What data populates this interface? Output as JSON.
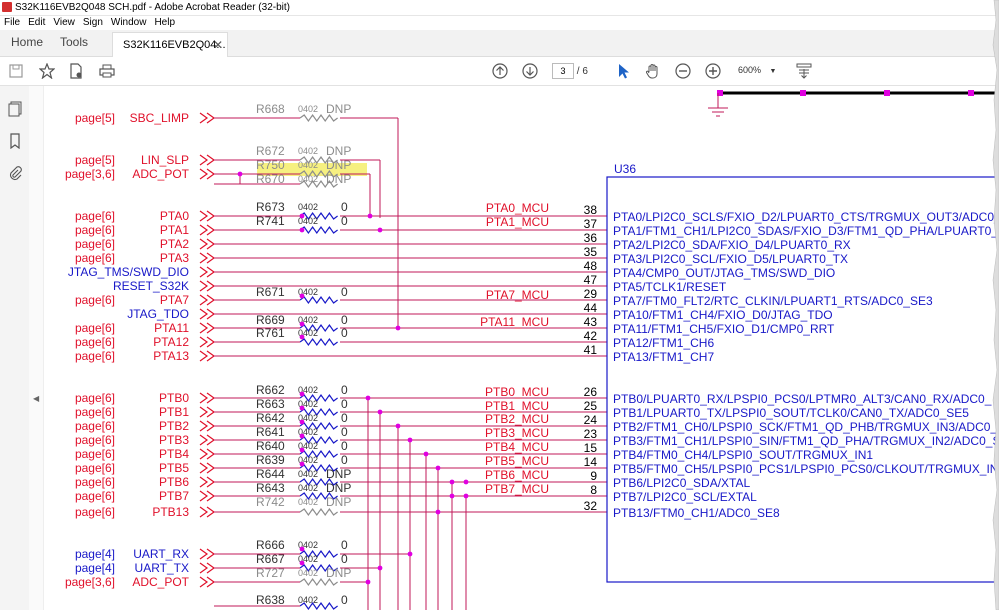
{
  "window": {
    "title": "S32K116EVB2Q048 SCH.pdf - Adobe Acrobat Reader (32-bit)"
  },
  "menu": [
    "File",
    "Edit",
    "View",
    "Sign",
    "Window",
    "Help"
  ],
  "tabs": {
    "home": "Home",
    "tools": "Tools",
    "doc": "S32K116EVB2Q04..."
  },
  "toolbar": {
    "page_current": "3",
    "page_sep": "/",
    "page_total": "6",
    "zoom": "600%"
  },
  "schematic": {
    "ic_name": "U36",
    "left_rows": [
      {
        "page": "page[5]",
        "sig": "SBC_LIMP",
        "ref": "R668",
        "pkg": "0402",
        "val": "DNP",
        "dnp": true
      },
      {
        "page": "page[5]",
        "sig": "LIN_SLP",
        "ref": "R672",
        "pkg": "0402",
        "val": "DNP",
        "dnp": true
      },
      {
        "page": "page[3,6]",
        "sig": "ADC_POT",
        "ref": "R750",
        "pkg": "0402",
        "val": "DNP",
        "dnp": true,
        "highlight": true
      },
      {
        "page": "",
        "sig": "",
        "ref": "R670",
        "pkg": "0402",
        "val": "DNP",
        "dnp": true
      },
      {
        "page": "page[6]",
        "sig": "PTA0",
        "ref": "R673",
        "pkg": "0402",
        "val": "0"
      },
      {
        "page": "page[6]",
        "sig": "PTA1",
        "ref": "R741",
        "pkg": "0402",
        "val": "0"
      },
      {
        "page": "page[6]",
        "sig": "PTA2"
      },
      {
        "page": "page[6]",
        "sig": "PTA3"
      },
      {
        "page": "",
        "sig": "JTAG_TMS/SWD_DIO",
        "blue": true
      },
      {
        "page": "",
        "sig": "RESET_S32K",
        "blue": true
      },
      {
        "page": "page[6]",
        "sig": "PTA7",
        "ref": "R671",
        "pkg": "0402",
        "val": "0"
      },
      {
        "page": "",
        "sig": "JTAG_TDO",
        "blue": true
      },
      {
        "page": "page[6]",
        "sig": "PTA11",
        "ref": "R669",
        "pkg": "0402",
        "val": "0"
      },
      {
        "page": "page[6]",
        "sig": "PTA12",
        "ref": "R761",
        "pkg": "0402",
        "val": "0"
      },
      {
        "page": "page[6]",
        "sig": "PTA13"
      },
      {
        "page": "page[6]",
        "sig": "PTB0",
        "ref": "R662",
        "pkg": "0402",
        "val": "0"
      },
      {
        "page": "page[6]",
        "sig": "PTB1",
        "ref": "R663",
        "pkg": "0402",
        "val": "0"
      },
      {
        "page": "page[6]",
        "sig": "PTB2",
        "ref": "R642",
        "pkg": "0402",
        "val": "0"
      },
      {
        "page": "page[6]",
        "sig": "PTB3",
        "ref": "R641",
        "pkg": "0402",
        "val": "0"
      },
      {
        "page": "page[6]",
        "sig": "PTB4",
        "ref": "R640",
        "pkg": "0402",
        "val": "0"
      },
      {
        "page": "page[6]",
        "sig": "PTB5",
        "ref": "R639",
        "pkg": "0402",
        "val": "0"
      },
      {
        "page": "page[6]",
        "sig": "PTB6",
        "ref": "R644",
        "pkg": "0402",
        "val": "DNP"
      },
      {
        "page": "page[6]",
        "sig": "PTB7",
        "ref": "R643",
        "pkg": "0402",
        "val": "DNP"
      },
      {
        "page": "page[6]",
        "sig": "PTB13",
        "ref": "R742",
        "pkg": "0402",
        "val": "DNP",
        "dnp": true
      },
      {
        "page": "page[4]",
        "sig": "UART_RX",
        "ref": "R666",
        "pkg": "0402",
        "val": "0",
        "blue": true
      },
      {
        "page": "page[4]",
        "sig": "UART_TX",
        "ref": "R667",
        "pkg": "0402",
        "val": "0",
        "blue": true
      },
      {
        "page": "page[3,6]",
        "sig": "ADC_POT",
        "ref": "R727",
        "pkg": "0402",
        "val": "DNP",
        "dnp": true
      },
      {
        "page": "",
        "sig": "",
        "ref": "R638",
        "pkg": "0402",
        "val": "0"
      }
    ],
    "net_labels": [
      "PTA0_MCU",
      "PTA1_MCU",
      "PTA7_MCU",
      "PTA11_MCU",
      "PTB0_MCU",
      "PTB1_MCU",
      "PTB2_MCU",
      "PTB3_MCU",
      "PTB4_MCU",
      "PTB5_MCU",
      "PTB6_MCU",
      "PTB7_MCU"
    ],
    "pins": [
      {
        "num": "38",
        "name": "PTA0/LPI2C0_SCLS/FXIO_D2/LPUART0_CTS/TRGMUX_OUT3/ADC0_"
      },
      {
        "num": "37",
        "name": "PTA1/FTM1_CH1/LPI2C0_SDAS/FXIO_D3/FTM1_QD_PHA/LPUART0_"
      },
      {
        "num": "36",
        "name": "PTA2/LPI2C0_SDA/FXIO_D4/LPUART0_RX"
      },
      {
        "num": "35",
        "name": "PTA3/LPI2C0_SCL/FXIO_D5/LPUART0_TX"
      },
      {
        "num": "48",
        "name": "PTA4/CMP0_OUT/JTAG_TMS/SWD_DIO"
      },
      {
        "num": "47",
        "name": "PTA5/TCLK1/RESET"
      },
      {
        "num": "29",
        "name": "PTA7/FTM0_FLT2/RTC_CLKIN/LPUART1_RTS/ADC0_SE3"
      },
      {
        "num": "44",
        "name": "PTA10/FTM1_CH4/FXIO_D0/JTAG_TDO"
      },
      {
        "num": "43",
        "name": "PTA11/FTM1_CH5/FXIO_D1/CMP0_RRT"
      },
      {
        "num": "42",
        "name": "PTA12/FTM1_CH6"
      },
      {
        "num": "41",
        "name": "PTA13/FTM1_CH7"
      },
      {
        "num": "26",
        "name": "PTB0/LPUART0_RX/LPSPI0_PCS0/LPTMR0_ALT3/CAN0_RX/ADC0_"
      },
      {
        "num": "25",
        "name": "PTB1/LPUART0_TX/LPSPI0_SOUT/TCLK0/CAN0_TX/ADC0_SE5"
      },
      {
        "num": "24",
        "name": "PTB2/FTM1_CH0/LPSPI0_SCK/FTM1_QD_PHB/TRGMUX_IN3/ADC0_"
      },
      {
        "num": "23",
        "name": "PTB3/FTM1_CH1/LPSPI0_SIN/FTM1_QD_PHA/TRGMUX_IN2/ADC0_S"
      },
      {
        "num": "15",
        "name": "PTB4/FTM0_CH4/LPSPI0_SOUT/TRGMUX_IN1"
      },
      {
        "num": "14",
        "name": "PTB5/FTM0_CH5/LPSPI0_PCS1/LPSPI0_PCS0/CLKOUT/TRGMUX_IN"
      },
      {
        "num": "9",
        "name": "PTB6/LPI2C0_SDA/XTAL"
      },
      {
        "num": "8",
        "name": "PTB7/LPI2C0_SCL/EXTAL"
      },
      {
        "num": "32",
        "name": "PTB13/FTM0_CH1/ADC0_SE8"
      }
    ]
  }
}
